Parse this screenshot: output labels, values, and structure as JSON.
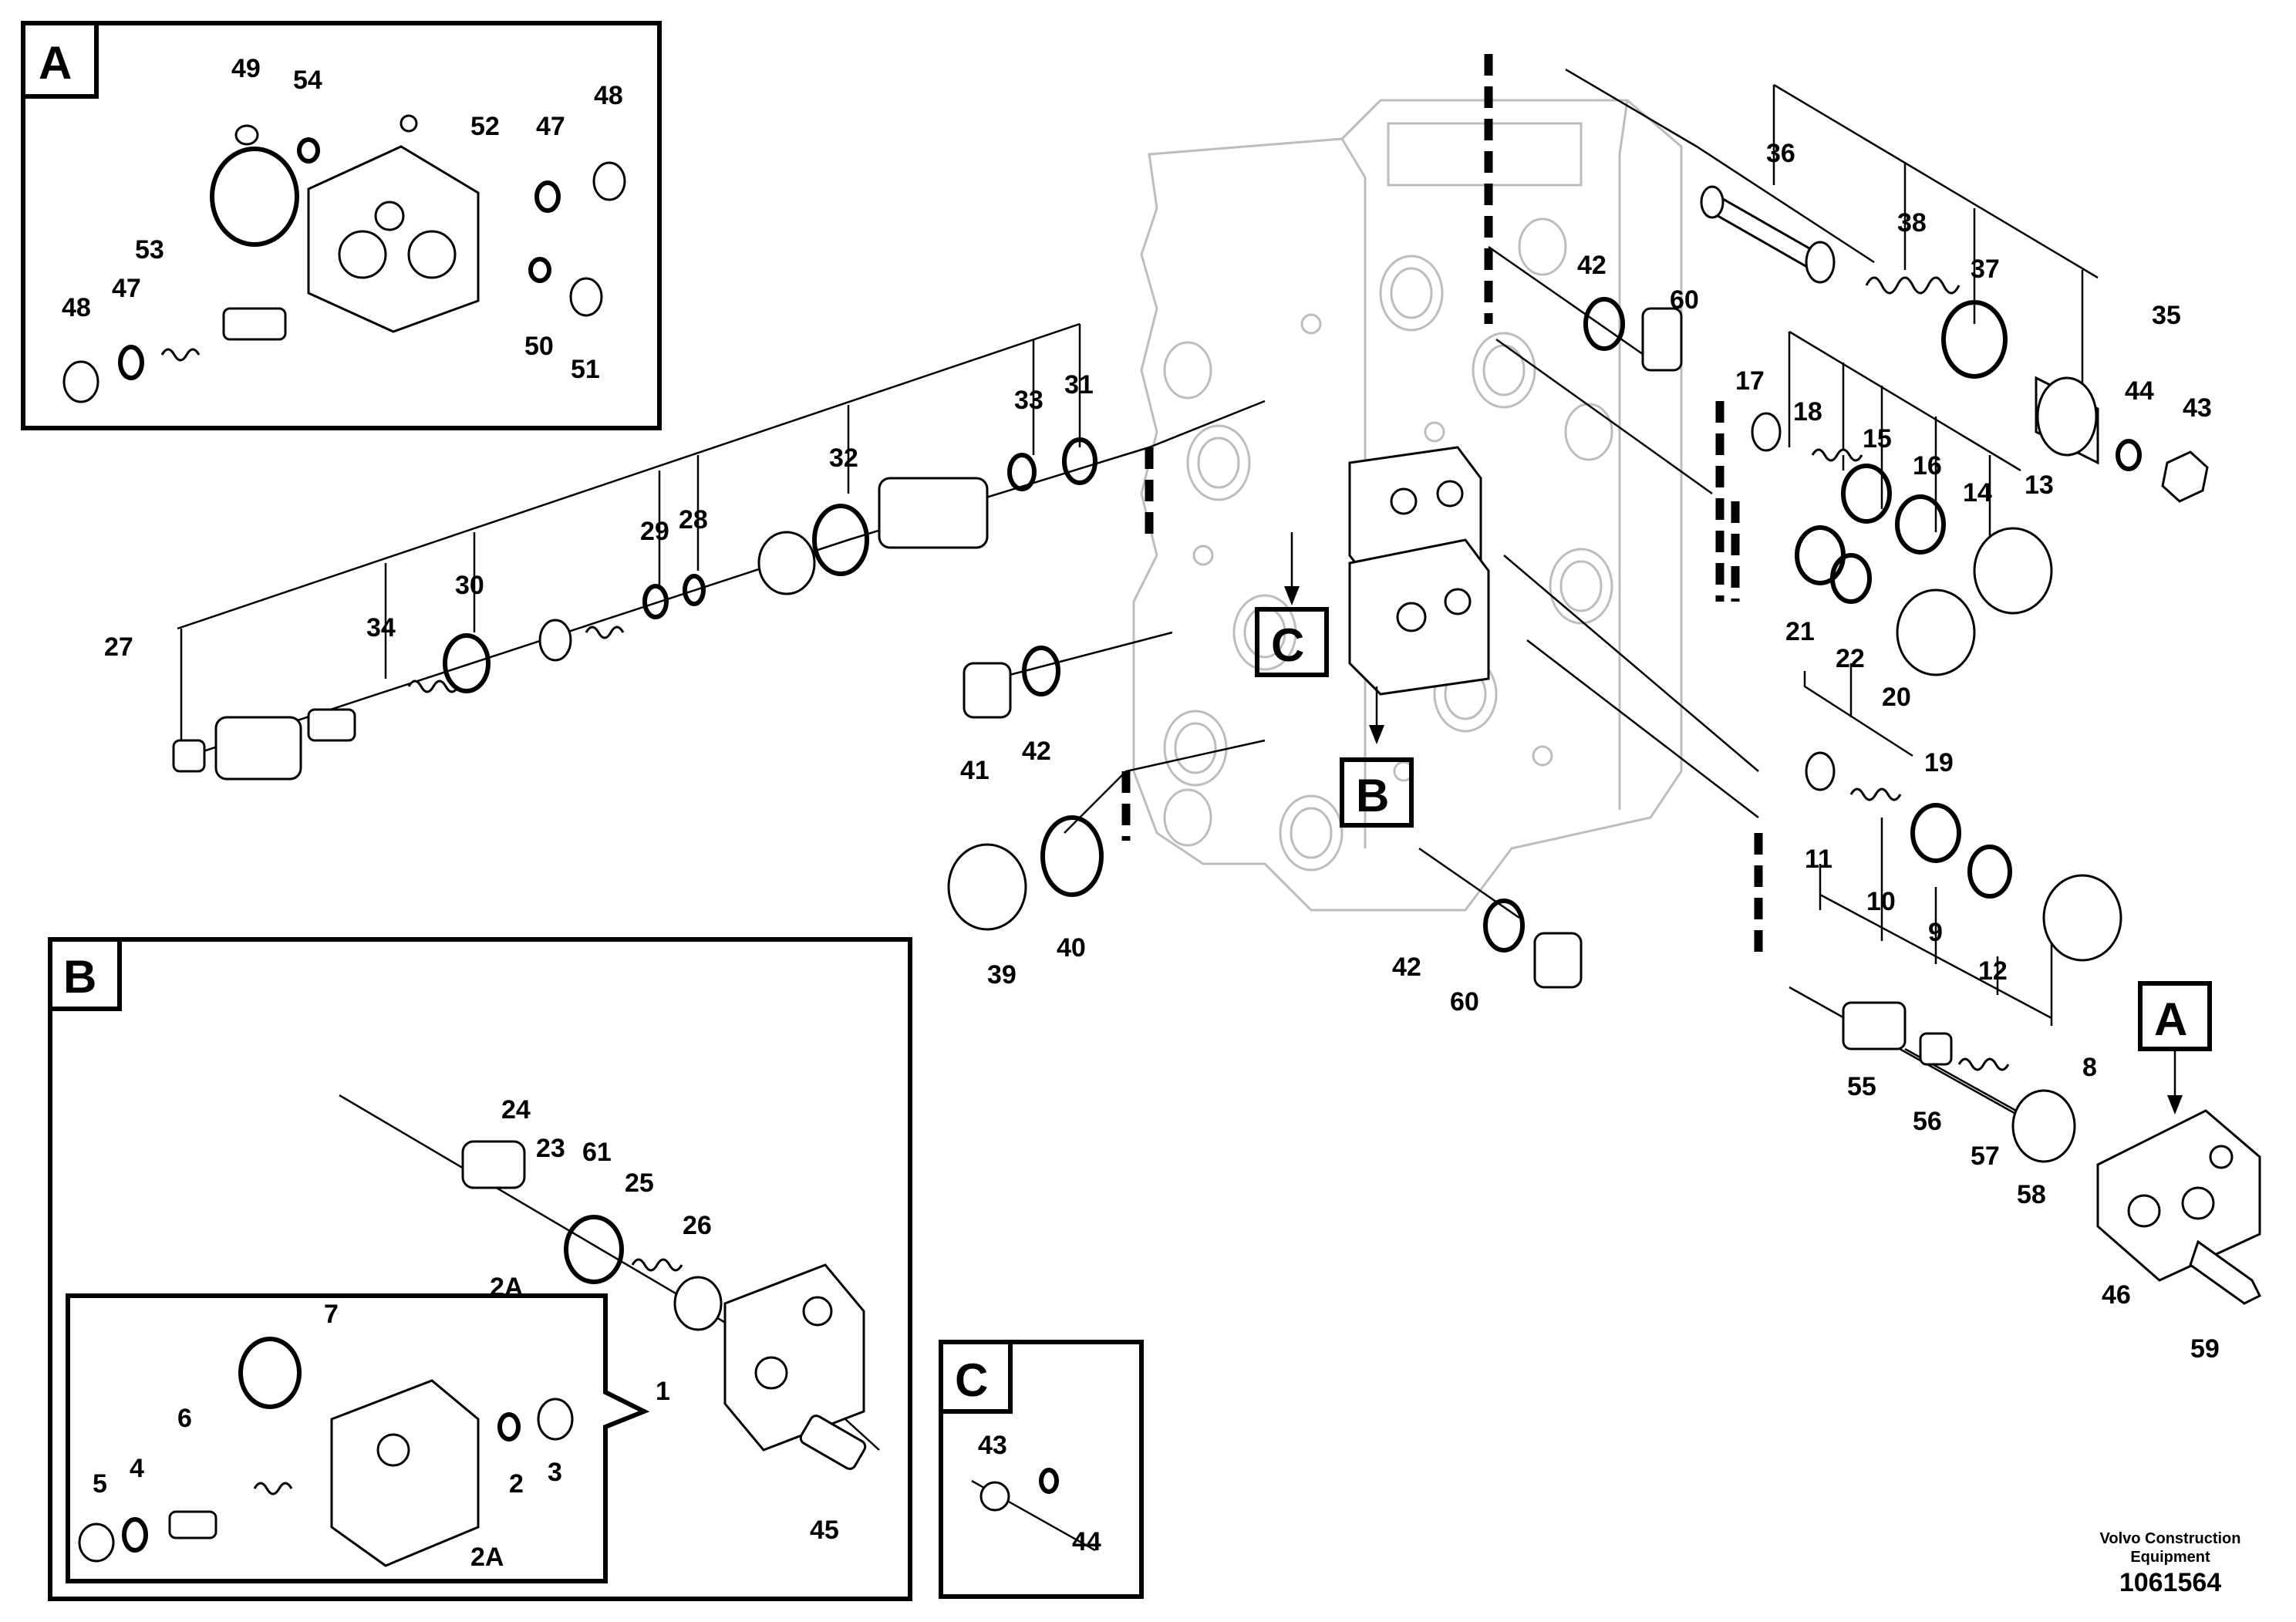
{
  "insets": {
    "A": "A",
    "B": "B",
    "C": "C"
  },
  "callouts": {
    "A": "A",
    "B": "B",
    "C": "C"
  },
  "labels": {
    "n1": "1",
    "n2": "2",
    "n2a_top": "2A",
    "n2a_bottom": "2A",
    "n3": "3",
    "n4": "4",
    "n5": "5",
    "n6": "6",
    "n7": "7",
    "n8": "8",
    "n9": "9",
    "n10": "10",
    "n11": "11",
    "n12": "12",
    "n13": "13",
    "n14": "14",
    "n15": "15",
    "n16": "16",
    "n17": "17",
    "n18": "18",
    "n19": "19",
    "n20": "20",
    "n21": "21",
    "n22": "22",
    "n23": "23",
    "n24": "24",
    "n25": "25",
    "n26": "26",
    "n27": "27",
    "n28": "28",
    "n29": "29",
    "n30": "30",
    "n31": "31",
    "n32": "32",
    "n33": "33",
    "n34": "34",
    "n35": "35",
    "n36": "36",
    "n37": "37",
    "n38": "38",
    "n39": "39",
    "n40": "40",
    "n41": "41",
    "n42_a": "42",
    "n42_b": "42",
    "n42_c": "42",
    "n43_a": "43",
    "n43_c": "43",
    "n44_a": "44",
    "n44_c": "44",
    "n45": "45",
    "n46": "46",
    "n47_a": "47",
    "n47_b": "47",
    "n48_a": "48",
    "n48_b": "48",
    "n49": "49",
    "n50": "50",
    "n51": "51",
    "n52": "52",
    "n53": "53",
    "n54": "54",
    "n55": "55",
    "n56": "56",
    "n57": "57",
    "n58": "58",
    "n59": "59",
    "n60_a": "60",
    "n60_b": "60",
    "n61": "61"
  },
  "footer": {
    "manufacturer": "Volvo Construction Equipment",
    "document_number": "1061564"
  }
}
